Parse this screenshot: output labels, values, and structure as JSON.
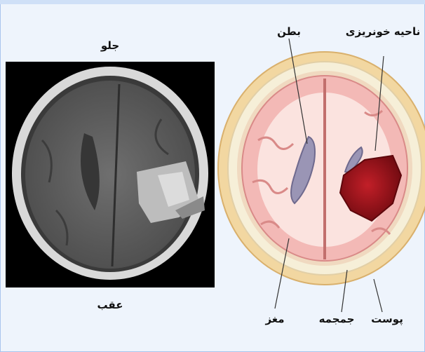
{
  "ct_labels": {
    "front": "جلو",
    "back": "عقب"
  },
  "diagram_labels": {
    "hemorrhage": "ناحیه خونریزی",
    "ventricle": "بطن",
    "brain": "مغز",
    "skull": "جمجمه",
    "skin": "پوست"
  },
  "colors": {
    "background": "#eef4fc",
    "border": "#a9c4ee",
    "skin": "#f2d7a1",
    "skull": "#f6efd8",
    "brain": "#f3b9b6",
    "white_matter": "#fbe3df",
    "hemorrhage": "#a3121d",
    "ventricle": "#9a95b5"
  }
}
